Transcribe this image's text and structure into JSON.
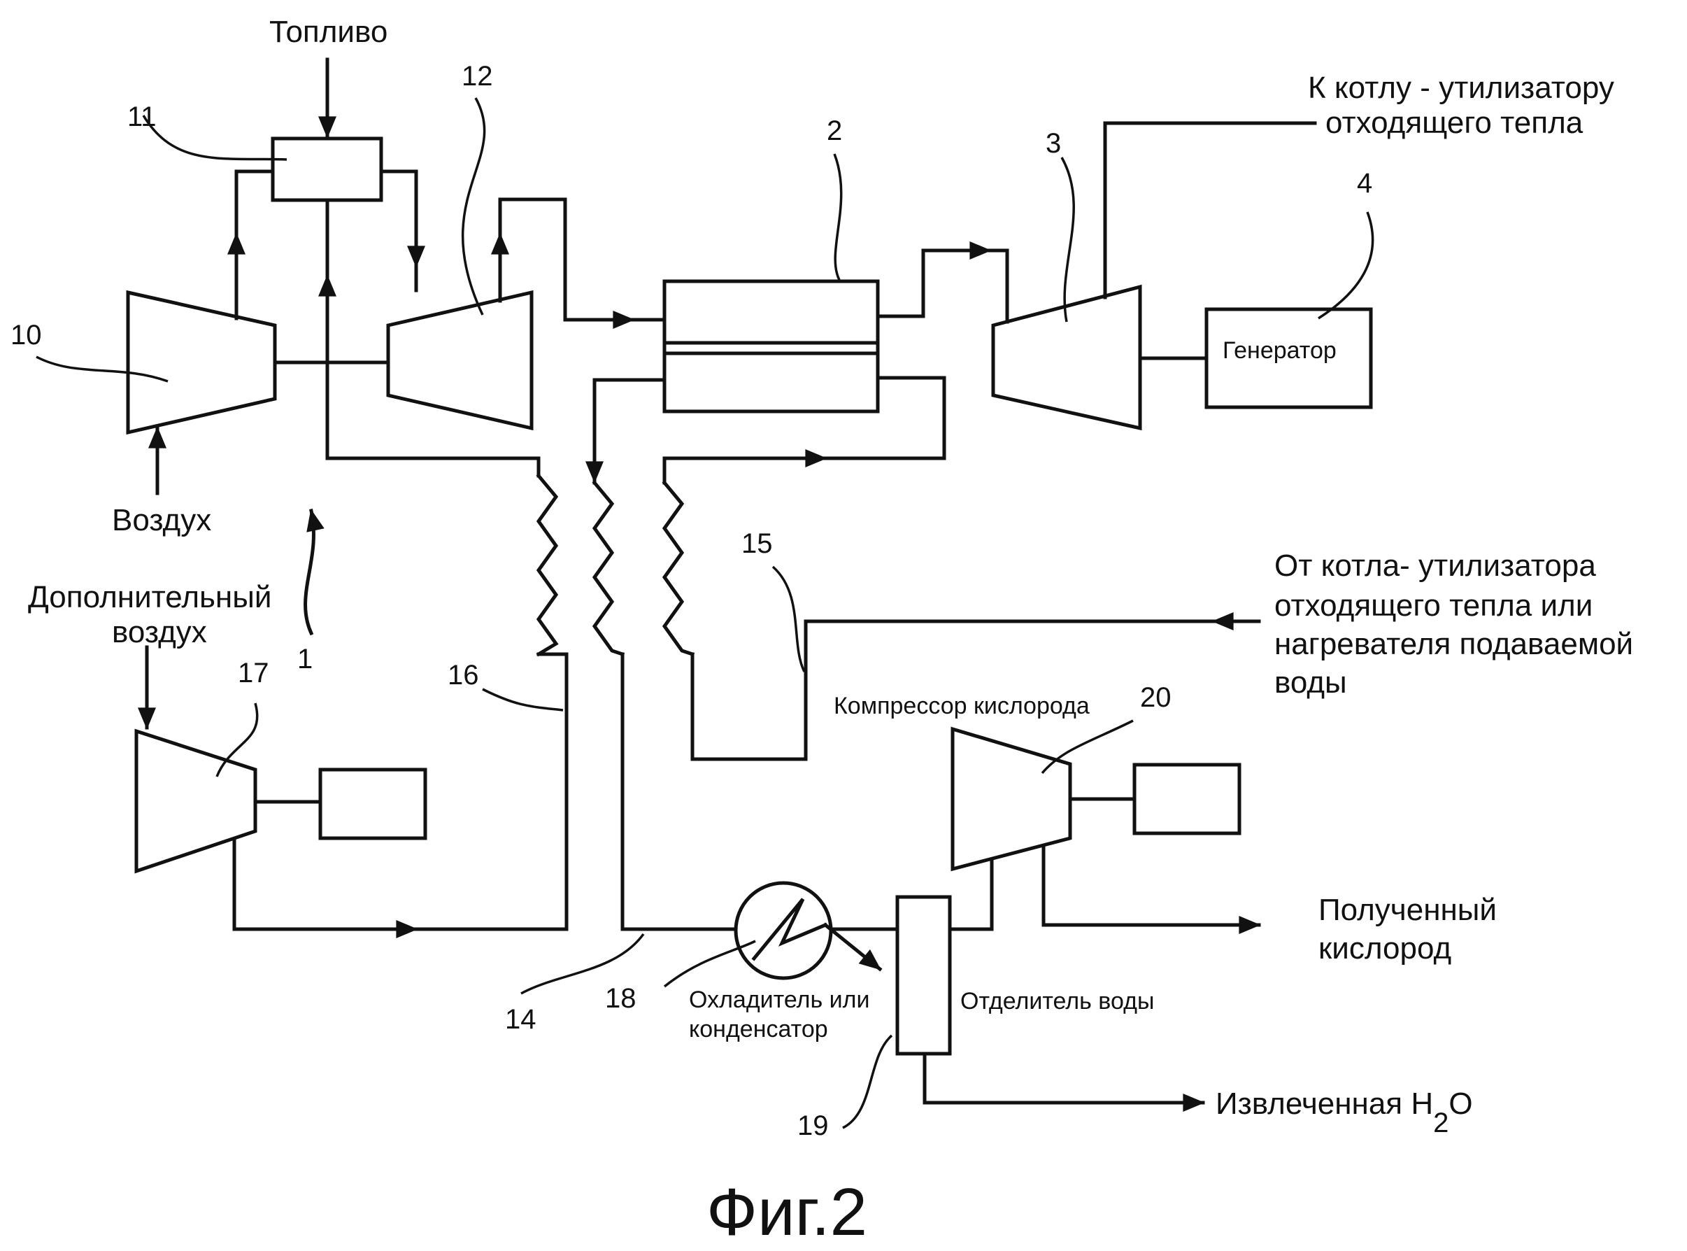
{
  "labels": {
    "fuel": "Топливо",
    "to_boiler_line1": "К котлу - утилизатору",
    "to_boiler_line2": "отходящего тепла",
    "generator": "Генератор",
    "air": "Воздух",
    "extra_air_line1": "Дополнительный",
    "extra_air_line2": "воздух",
    "from_boiler_line1": "От котла- утилизатора",
    "from_boiler_line2": "отходящего тепла или",
    "from_boiler_line3": "нагревателя подаваемой",
    "from_boiler_line4": "воды",
    "oxygen_compressor": "Компрессор кислорода",
    "product_oxygen_line1": "Полученный",
    "product_oxygen_line2": "кислород",
    "cooler_line1": "Охладитель или",
    "cooler_line2": "конденсатор",
    "water_separator": "Отделитель воды",
    "extracted_water": "Извлеченная H",
    "extracted_water_sub": "2",
    "extracted_water_end": "O"
  },
  "ref_numbers": {
    "n10": "10",
    "n11": "11",
    "n12": "12",
    "n2": "2",
    "n3": "3",
    "n4": "4",
    "n1": "1",
    "n15": "15",
    "n16": "16",
    "n17": "17",
    "n20": "20",
    "n14": "14",
    "n18": "18",
    "n19": "19"
  },
  "caption": "Фиг.2"
}
